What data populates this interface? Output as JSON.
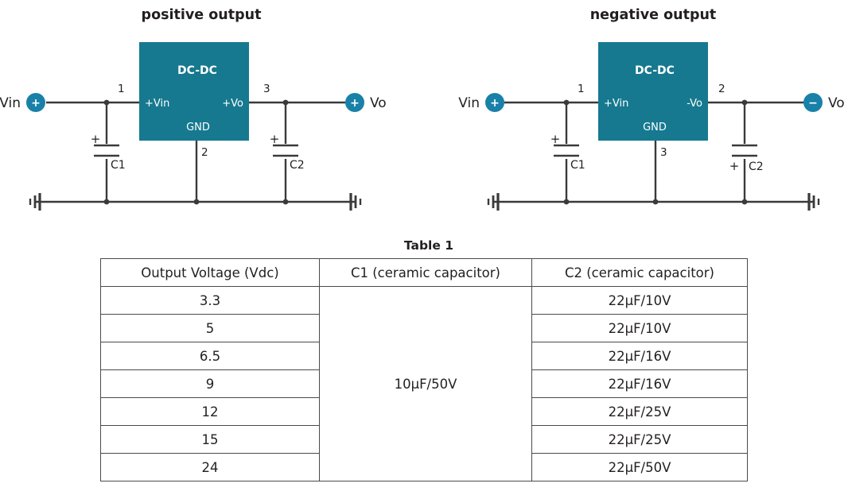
{
  "diagrams": [
    {
      "id": "positive",
      "title": "positive output",
      "block_label": "DC-DC",
      "pin_in_label": "+Vin",
      "pin_out_label": "+Vo",
      "pin_gnd_label": "GND",
      "pin_in_number": "1",
      "pin_gnd_number": "2",
      "pin_out_number": "3",
      "input_terminal_label": "Vin",
      "input_terminal_sign": "+",
      "output_terminal_label": "Vo",
      "output_terminal_sign": "+",
      "cap_input_name": "C1",
      "cap_input_polarity": "+",
      "cap_input_polarity_position": "top",
      "cap_output_name": "C2",
      "cap_output_polarity": "+",
      "cap_output_polarity_position": "top"
    },
    {
      "id": "negative",
      "title": "negative output",
      "block_label": "DC-DC",
      "pin_in_label": "+Vin",
      "pin_out_label": "-Vo",
      "pin_gnd_label": "GND",
      "pin_in_number": "1",
      "pin_gnd_number": "3",
      "pin_out_number": "2",
      "input_terminal_label": "Vin",
      "input_terminal_sign": "+",
      "output_terminal_label": "Vo",
      "output_terminal_sign": "−",
      "cap_input_name": "C1",
      "cap_input_polarity": "+",
      "cap_input_polarity_position": "top",
      "cap_output_name": "C2",
      "cap_output_polarity": "+",
      "cap_output_polarity_position": "bottom"
    }
  ],
  "colors": {
    "block_fill": "#16798f",
    "terminal_fill": "#1981a8",
    "wire": "#3a3a3a",
    "text": "#231f20"
  },
  "table": {
    "caption": "Table 1",
    "columns": [
      "Output Voltage (Vdc)",
      "C1 (ceramic capacitor)",
      "C2 (ceramic capacitor)"
    ],
    "c1_merged_value": "10µF/50V",
    "rows": [
      {
        "voltage": "3.3",
        "c2": "22µF/10V"
      },
      {
        "voltage": "5",
        "c2": "22µF/10V"
      },
      {
        "voltage": "6.5",
        "c2": "22µF/16V"
      },
      {
        "voltage": "9",
        "c2": "22µF/16V"
      },
      {
        "voltage": "12",
        "c2": "22µF/25V"
      },
      {
        "voltage": "15",
        "c2": "22µF/25V"
      },
      {
        "voltage": "24",
        "c2": "22µF/50V"
      }
    ]
  }
}
